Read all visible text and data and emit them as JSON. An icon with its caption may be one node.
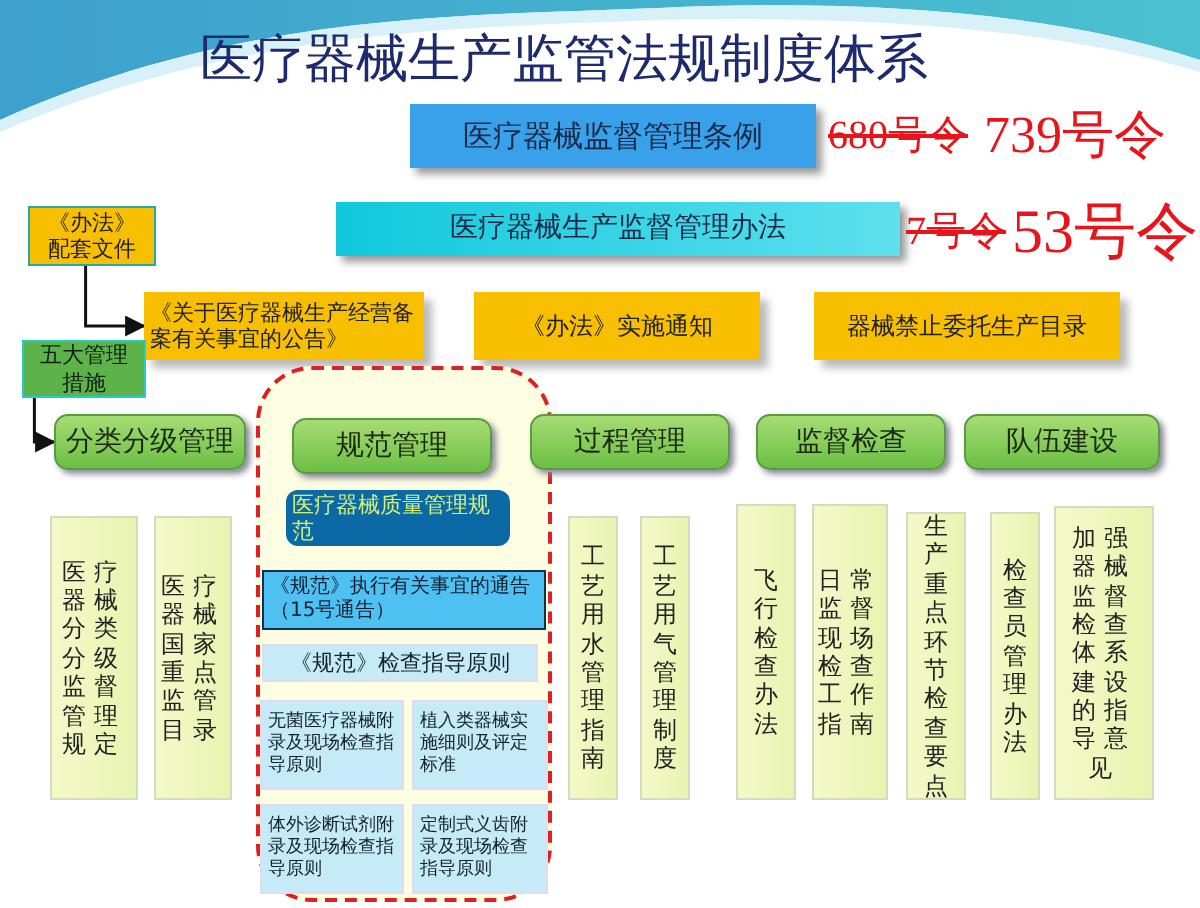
{
  "diagram": {
    "title": "医疗器械生产监管法规制度体系",
    "nodes": [
      {
        "text": [
          "医疗器械监督管理条例"
        ]
      },
      {
        "text": [
          "医疗器械生产监督管理办法"
        ]
      },
      {
        "text": [
          "《办法》配套文件"
        ]
      },
      {
        "text": [
          "《关于医疗器械生产经营备案有关事宜的公告》"
        ]
      },
      {
        "text": [
          "《办法》实施通知"
        ]
      },
      {
        "text": [
          "器械禁止委托生产目录"
        ]
      },
      {
        "text": [
          "五大管理措施"
        ]
      },
      {
        "text": [
          "分类分级管理"
        ]
      },
      {
        "text": [],
        "shape": "box"
      },
      {
        "text": [
          "规范管理"
        ],
        "in": 8
      },
      {
        "text": [
          "过程管理"
        ]
      },
      {
        "text": [
          "监督检查"
        ]
      },
      {
        "text": [
          "队伍建设"
        ]
      },
      {
        "text": [
          "医疗器械分类分级监督管理规定"
        ]
      },
      {
        "text": [
          "医疗器械国家重点监管目录"
        ]
      },
      {
        "text": [
          "医疗器械质量管理规范"
        ],
        "in": 8
      },
      {
        "text": [
          "《规范》执行有关事宜的通告（15号通告）"
        ],
        "in": 8
      },
      {
        "text": [
          "《规范》检查指导原则"
        ],
        "in": 8
      },
      {
        "text": [
          "无菌医疗器械附录及现场检查指导原则"
        ],
        "in": 8
      },
      {
        "text": [
          "植入类器械实施细则及评定标准"
        ],
        "in": 8
      },
      {
        "text": [
          "体外诊断试剂附录及现场检查指导原则"
        ],
        "in": 8
      },
      {
        "text": [
          "定制式义齿附录及现场检查指导原则"
        ],
        "in": 8
      },
      {
        "text": [
          "工艺用水管理指南"
        ]
      },
      {
        "text": [
          "工艺用气管理制度"
        ]
      },
      {
        "text": [
          "飞行检查办法"
        ]
      },
      {
        "text": [
          "日常监督现场检查工作指南"
        ]
      },
      {
        "text": [
          "生产重点环节检查要点"
        ]
      },
      {
        "text": [
          "检查员管理办法"
        ]
      },
      {
        "text": [
          "加强器械监督检查体系建设的指导意见"
        ]
      }
    ],
    "edges": [
      {
        "from": 2,
        "to": 3,
        "arrow": "to"
      },
      {
        "from": 6,
        "to": 7,
        "arrow": "to"
      }
    ],
    "labels": [
      "680号令",
      "739号令",
      "7号令",
      "53号令"
    ]
  }
}
